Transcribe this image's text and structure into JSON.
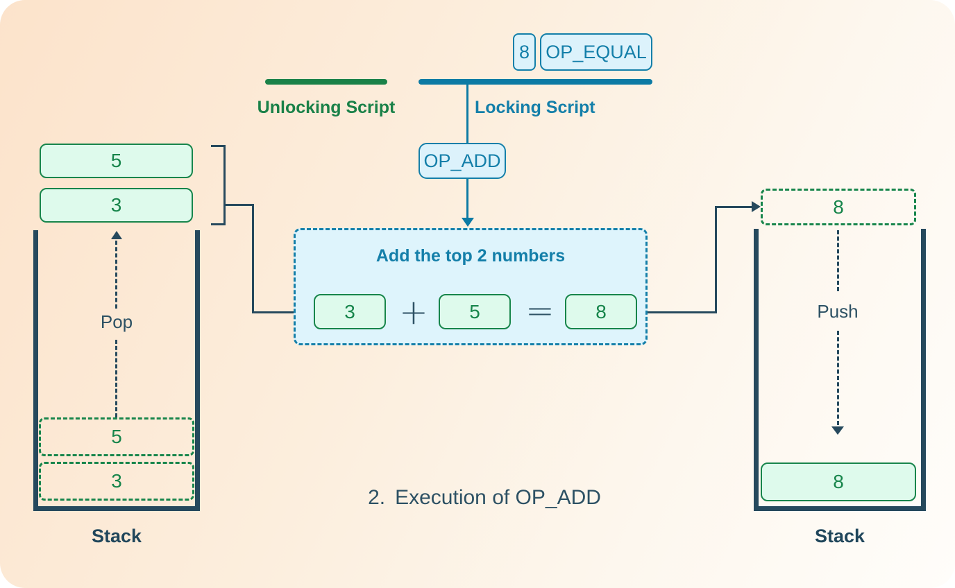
{
  "colors": {
    "bg_start": "#fce3cb",
    "bg_end": "#fffdfa",
    "blue": "#147fa9",
    "blue_deep": "#0c7aa4",
    "blue_fill": "#dcf2fb",
    "blue_fill2": "#def4fc",
    "green": "#17854b",
    "green_bar": "#1a8148",
    "green_fill": "#defaec",
    "teal": "#26495d",
    "text_dark": "#2d5164",
    "stack_label": "#20465b"
  },
  "scripts": {
    "unlocking_label": "Unlocking Script",
    "locking_label": "Locking Script",
    "locking_items": [
      "8",
      "OP_EQUAL"
    ],
    "op_add_label": "OP_ADD"
  },
  "left_stack": {
    "label": "Stack",
    "pop_label": "Pop",
    "popped_items": [
      "5",
      "3"
    ],
    "dashed_items": [
      "5",
      "3"
    ]
  },
  "operation_box": {
    "title": "Add the top 2 numbers",
    "operand1": "3",
    "operator_plus": "+",
    "operand2": "5",
    "operator_equals": "=",
    "result": "8"
  },
  "right_stack": {
    "label": "Stack",
    "push_label": "Push",
    "incoming_item": "8",
    "pushed_item": "8"
  },
  "caption": {
    "number": "2.",
    "text": "Execution of OP_ADD"
  }
}
